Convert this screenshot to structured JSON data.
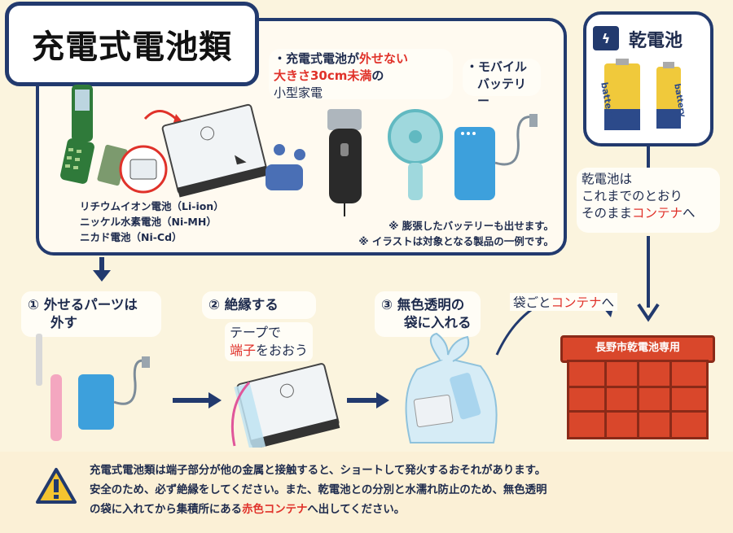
{
  "title": "充電式電池類",
  "main_panel": {
    "removable_items_line1_a": "充電式電池が",
    "removable_items_line1_b": "外せない",
    "removable_items_line2_a": "大きさ30cm未満",
    "removable_items_line2_b": "の",
    "removable_items_line3": "小型家電",
    "mobile_battery_line1": "・モバイル",
    "mobile_battery_line2": "バッテリー",
    "battery_types": [
      "リチウムイオン電池（Li-ion）",
      "ニッケル水素電池（Ni-MH）",
      "ニカド電池（Ni-Cd）"
    ],
    "note1": "※ 膨張したバッテリーも出せます。",
    "note2": "※ イラストは対象となる製品の一例です。"
  },
  "dry_panel": {
    "title": "乾電池",
    "battery_label": "battery"
  },
  "dry_note": {
    "line1": "乾電池は",
    "line2": "これまでのとおり",
    "line3_a": "そのまま",
    "line3_b": "コンテナ",
    "line3_c": "へ"
  },
  "steps": {
    "step1_num": "①",
    "step1_line1": "外せるパーツは",
    "step1_line2": "外す",
    "step2_num": "②",
    "step2_text": "絶縁する",
    "step2_sub1": "テープで",
    "step2_sub2_a": "端子",
    "step2_sub2_b": "をおおう",
    "step3_num": "③",
    "step3_line1": "無色透明の",
    "step3_line2": "袋に入れる",
    "bag_note_a": "袋ごと",
    "bag_note_b": "コンテナ",
    "bag_note_c": "へ"
  },
  "container": {
    "label": "長野市乾電池専用"
  },
  "warning": {
    "line1": "充電式電池類は端子部分が他の金属と接触すると、ショートして発火するおそれがあります。",
    "line2": "安全のため、必ず絶縁をしてください。また、乾電池との分別と水濡れ防止のため、無色透明",
    "line3_a": "の袋に入れてから集積所にある",
    "line3_b": "赤色コンテナ",
    "line3_c": "へ出してください。"
  },
  "colors": {
    "navy": "#223a6e",
    "red": "#e0322a",
    "container_red": "#d9472b",
    "background": "#fbf4de"
  }
}
